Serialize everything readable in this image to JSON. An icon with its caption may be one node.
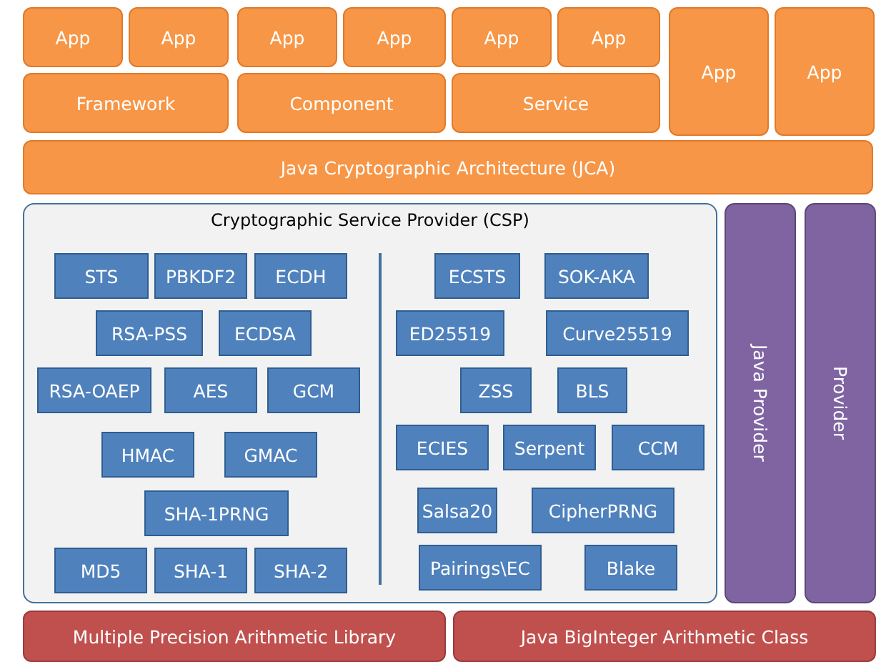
{
  "diagram": {
    "nodes": [
      {
        "text": [
          "App"
        ]
      },
      {
        "text": [
          "App"
        ]
      },
      {
        "text": [
          "App"
        ]
      },
      {
        "text": [
          "App"
        ]
      },
      {
        "text": [
          "App"
        ]
      },
      {
        "text": [
          "App"
        ]
      },
      {
        "text": [
          "App"
        ]
      },
      {
        "text": [
          "App"
        ]
      },
      {
        "text": [
          "Framework"
        ]
      },
      {
        "text": [
          "Component"
        ]
      },
      {
        "text": [
          "Service"
        ]
      },
      {
        "text": [
          "Java Cryptographic  Architecture (JCA)"
        ]
      },
      {
        "text": [
          "Cryptographic Service Provider (CSP)"
        ]
      },
      {
        "text": [
          "STS"
        ],
        "in": 12
      },
      {
        "text": [
          "PBKDF2"
        ],
        "in": 12
      },
      {
        "text": [
          "ECDH"
        ],
        "in": 12
      },
      {
        "text": [
          "RSA-PSS"
        ],
        "in": 12
      },
      {
        "text": [
          "ECDSA"
        ],
        "in": 12
      },
      {
        "text": [
          "RSA-OAEP"
        ],
        "in": 12
      },
      {
        "text": [
          "AES"
        ],
        "in": 12
      },
      {
        "text": [
          "GCM"
        ],
        "in": 12
      },
      {
        "text": [
          "HMAC"
        ],
        "in": 12
      },
      {
        "text": [
          "GMAC"
        ],
        "in": 12
      },
      {
        "text": [
          "SHA-1PRNG"
        ],
        "in": 12
      },
      {
        "text": [
          "MD5"
        ],
        "in": 12
      },
      {
        "text": [
          "SHA-1"
        ],
        "in": 12
      },
      {
        "text": [
          "SHA-2"
        ],
        "in": 12
      },
      {
        "text": [
          "ECSTS"
        ],
        "in": 12
      },
      {
        "text": [
          "SOK-AKA"
        ],
        "in": 12
      },
      {
        "text": [
          "ED25519"
        ],
        "in": 12
      },
      {
        "text": [
          "Curve25519"
        ],
        "in": 12
      },
      {
        "text": [
          "ZSS"
        ],
        "in": 12
      },
      {
        "text": [
          "BLS"
        ],
        "in": 12
      },
      {
        "text": [
          "ECIES"
        ],
        "in": 12
      },
      {
        "text": [
          "Serpent"
        ],
        "in": 12
      },
      {
        "text": [
          "CCM"
        ],
        "in": 12
      },
      {
        "text": [
          "Salsa20"
        ],
        "in": 12
      },
      {
        "text": [
          "CipherPRNG"
        ],
        "in": 12
      },
      {
        "text": [
          "Pairings\\EC"
        ],
        "in": 12
      },
      {
        "text": [
          "Blake"
        ],
        "in": 12
      },
      {
        "text": [
          "Java Provider"
        ]
      },
      {
        "text": [
          "Provider"
        ]
      },
      {
        "text": [
          "Multiple Precision Arithmetic Library"
        ]
      },
      {
        "text": [
          "Java BigInteger Arithmetic Class"
        ]
      }
    ]
  }
}
